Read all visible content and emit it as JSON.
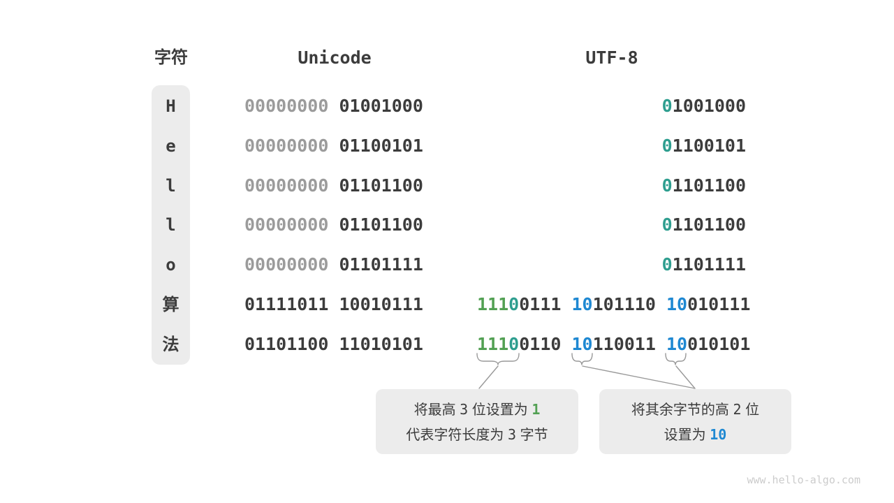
{
  "colors": {
    "dark": "#3c3c3c",
    "gray": "#9b9b9b",
    "green": "#52a053",
    "teal": "#2e9e8f",
    "blue": "#1e88d2",
    "box_bg": "#ececec",
    "line": "#999999",
    "footer": "#cccccc"
  },
  "header": {
    "char_label": "字符",
    "unicode_label": "Unicode",
    "utf8_label": "UTF-8"
  },
  "rows": [
    {
      "char": "H",
      "unicode": [
        {
          "t": "00000000",
          "c": "gray"
        },
        {
          "t": " 01001000",
          "c": "dark"
        }
      ],
      "utf8": [
        {
          "t": "0",
          "c": "teal"
        },
        {
          "t": "1001000",
          "c": "dark"
        }
      ]
    },
    {
      "char": "e",
      "unicode": [
        {
          "t": "00000000",
          "c": "gray"
        },
        {
          "t": " 01100101",
          "c": "dark"
        }
      ],
      "utf8": [
        {
          "t": "0",
          "c": "teal"
        },
        {
          "t": "1100101",
          "c": "dark"
        }
      ]
    },
    {
      "char": "l",
      "unicode": [
        {
          "t": "00000000",
          "c": "gray"
        },
        {
          "t": " 01101100",
          "c": "dark"
        }
      ],
      "utf8": [
        {
          "t": "0",
          "c": "teal"
        },
        {
          "t": "1101100",
          "c": "dark"
        }
      ]
    },
    {
      "char": "l",
      "unicode": [
        {
          "t": "00000000",
          "c": "gray"
        },
        {
          "t": " 01101100",
          "c": "dark"
        }
      ],
      "utf8": [
        {
          "t": "0",
          "c": "teal"
        },
        {
          "t": "1101100",
          "c": "dark"
        }
      ]
    },
    {
      "char": "o",
      "unicode": [
        {
          "t": "00000000",
          "c": "gray"
        },
        {
          "t": " 01101111",
          "c": "dark"
        }
      ],
      "utf8": [
        {
          "t": "0",
          "c": "teal"
        },
        {
          "t": "1101111",
          "c": "dark"
        }
      ]
    },
    {
      "char": "算",
      "unicode": [
        {
          "t": "01111011 10010111",
          "c": "dark"
        }
      ],
      "utf8": [
        {
          "t": "111",
          "c": "green"
        },
        {
          "t": "0",
          "c": "teal"
        },
        {
          "t": "0111 ",
          "c": "dark"
        },
        {
          "t": "10",
          "c": "blue"
        },
        {
          "t": "101110 ",
          "c": "dark"
        },
        {
          "t": "10",
          "c": "blue"
        },
        {
          "t": "010111",
          "c": "dark"
        }
      ]
    },
    {
      "char": "法",
      "unicode": [
        {
          "t": "01101100 11010101",
          "c": "dark"
        }
      ],
      "utf8": [
        {
          "t": "111",
          "c": "green"
        },
        {
          "t": "0",
          "c": "teal"
        },
        {
          "t": "0110 ",
          "c": "dark"
        },
        {
          "t": "10",
          "c": "blue"
        },
        {
          "t": "110011 ",
          "c": "dark"
        },
        {
          "t": "10",
          "c": "blue"
        },
        {
          "t": "010101",
          "c": "dark"
        }
      ]
    }
  ],
  "callouts": {
    "left": {
      "lines": [
        [
          {
            "t": "将最高 ",
            "c": ""
          },
          {
            "t": "3",
            "c": "num"
          },
          {
            "t": " 位设置为 ",
            "c": ""
          },
          {
            "t": "1",
            "c": "green-bold"
          }
        ],
        [
          {
            "t": "代表字符长度为 ",
            "c": ""
          },
          {
            "t": "3",
            "c": "num"
          },
          {
            "t": " 字节",
            "c": ""
          }
        ]
      ]
    },
    "right": {
      "lines": [
        [
          {
            "t": "将其余字节的高 ",
            "c": ""
          },
          {
            "t": "2",
            "c": "num"
          },
          {
            "t": " 位",
            "c": ""
          }
        ],
        [
          {
            "t": "设置为 ",
            "c": ""
          },
          {
            "t": "10",
            "c": "blue-bold"
          }
        ]
      ]
    }
  },
  "footer": {
    "text": "www.hello-algo.com"
  }
}
